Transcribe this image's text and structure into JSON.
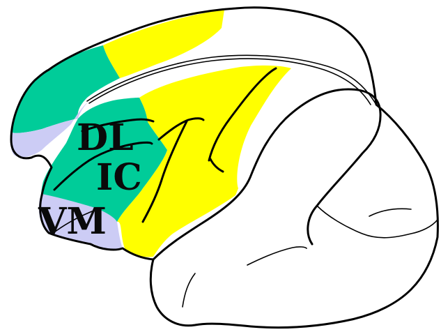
{
  "labels": {
    "dl": "DL",
    "ic": "IC",
    "vm": "VM"
  },
  "colors": {
    "yellow_region": "#ffff00",
    "green_region": "#00cc99",
    "lavender_region": "#ccccf5",
    "outline": "#000000",
    "background": "#ffffff"
  }
}
